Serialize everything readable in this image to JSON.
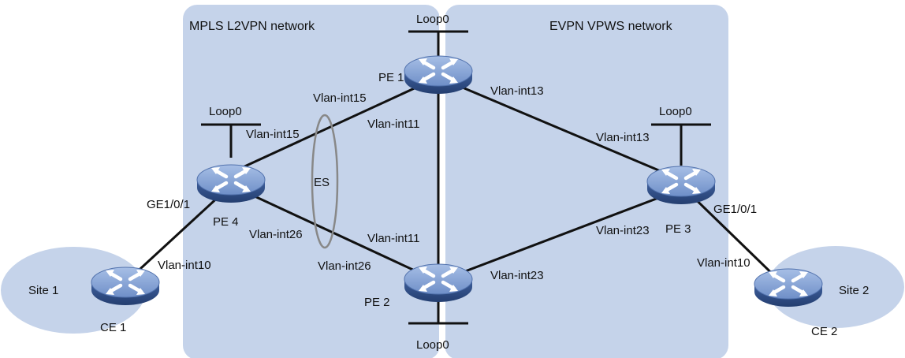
{
  "networks": {
    "left_title": "MPLS L2VPN network",
    "right_title": "EVPN VPWS network",
    "fill_color": "#c5d3ea"
  },
  "sites": {
    "site1": "Site 1",
    "site2": "Site 2"
  },
  "devices": {
    "pe1": "PE 1",
    "pe2": "PE 2",
    "pe3": "PE 3",
    "pe4": "PE 4",
    "ce1": "CE 1",
    "ce2": "CE 2"
  },
  "loopbacks": {
    "pe1": "Loop0",
    "pe2": "Loop0",
    "pe3": "Loop0",
    "pe4": "Loop0"
  },
  "es_label": "ES",
  "interfaces": {
    "pe1_to_pe4": "Vlan-int15",
    "pe4_to_pe1": "Vlan-int15",
    "pe1_to_pe2": "Vlan-int11",
    "pe2_to_pe1": "Vlan-int11",
    "pe1_to_pe3": "Vlan-int13",
    "pe3_to_pe1": "Vlan-int13",
    "pe4_to_pe2": "Vlan-int26",
    "pe2_to_pe4": "Vlan-int26",
    "pe2_to_pe3": "Vlan-int23",
    "pe3_to_pe2": "Vlan-int23",
    "pe4_ge": "GE1/0/1",
    "ce1_vlan": "Vlan-int10",
    "pe3_ge": "GE1/0/1",
    "ce2_vlan": "Vlan-int10"
  },
  "router_icon": "router-icon"
}
